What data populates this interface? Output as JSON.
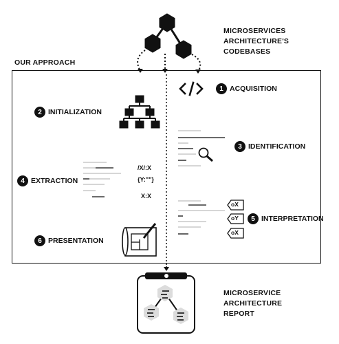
{
  "source": {
    "label_line1": "MICROSERVICES",
    "label_line2": "ARCHITECTURE'S",
    "label_line3": "CODEBASES"
  },
  "approach": {
    "title": "OUR APPROACH"
  },
  "stages": [
    {
      "num": "1",
      "label": "ACQUISITION",
      "icon": "code-brackets-icon"
    },
    {
      "num": "2",
      "label": "INITIALIZATION",
      "icon": "hierarchy-icon"
    },
    {
      "num": "3",
      "label": "IDENTIFICATION",
      "icon": "magnifier-icon"
    },
    {
      "num": "4",
      "label": "EXTRACTION",
      "icon": "text-lines-icon"
    },
    {
      "num": "5",
      "label": "INTERPRETATION",
      "icon": "tag-icon"
    },
    {
      "num": "6",
      "label": "PRESENTATION",
      "icon": "blueprint-icon"
    }
  ],
  "extraction": {
    "code1": "/X/:X",
    "code2": "{Y:\"\"}",
    "code3": "X:X"
  },
  "interpretation": {
    "tag1": "oX",
    "tag2": "oY",
    "tag3": "oX"
  },
  "output": {
    "label_line1": "MICROSERVICE",
    "label_line2": "ARCHITECTURE",
    "label_line3": "REPORT"
  },
  "colors": {
    "ink": "#111111",
    "gray": "#bdbdbd",
    "hex_gray": "#dcdcdc"
  }
}
